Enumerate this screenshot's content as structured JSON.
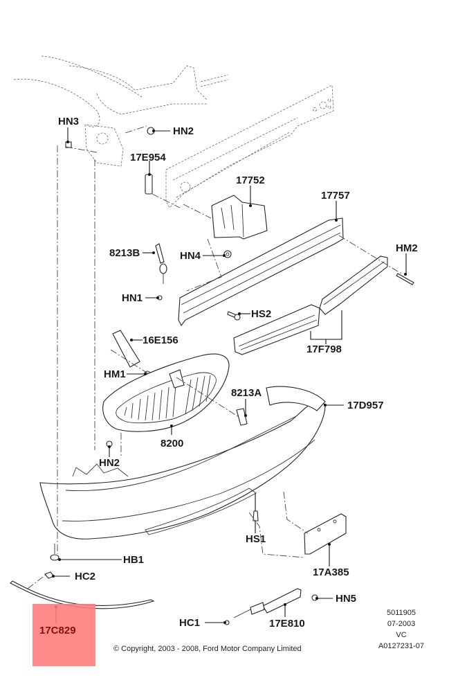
{
  "diagram": {
    "title": "Front bumper assembly exploded view",
    "highlight_color": "#ff7a7a",
    "highlighted_part": "17C829",
    "callouts": [
      {
        "id": "HN3",
        "label": "HN3"
      },
      {
        "id": "HN2-top",
        "label": "HN2"
      },
      {
        "id": "17E954",
        "label": "17E954"
      },
      {
        "id": "17752",
        "label": "17752"
      },
      {
        "id": "17757",
        "label": "17757"
      },
      {
        "id": "8213B",
        "label": "8213B"
      },
      {
        "id": "HN4",
        "label": "HN4"
      },
      {
        "id": "HM2",
        "label": "HM2"
      },
      {
        "id": "HN1",
        "label": "HN1"
      },
      {
        "id": "HS2",
        "label": "HS2"
      },
      {
        "id": "16E156",
        "label": "16E156"
      },
      {
        "id": "17F798",
        "label": "17F798"
      },
      {
        "id": "HM1",
        "label": "HM1"
      },
      {
        "id": "8213A",
        "label": "8213A"
      },
      {
        "id": "17D957",
        "label": "17D957"
      },
      {
        "id": "8200",
        "label": "8200"
      },
      {
        "id": "HN2-bottom",
        "label": "HN2"
      },
      {
        "id": "HS1",
        "label": "HS1"
      },
      {
        "id": "HB1",
        "label": "HB1"
      },
      {
        "id": "17A385",
        "label": "17A385"
      },
      {
        "id": "HC2",
        "label": "HC2"
      },
      {
        "id": "HN5",
        "label": "HN5"
      },
      {
        "id": "17C829",
        "label": "17C829"
      },
      {
        "id": "HC1",
        "label": "HC1"
      },
      {
        "id": "17E810",
        "label": "17E810"
      }
    ],
    "copyright": "© Copyright, 2003 - 2008, Ford Motor Company Limited",
    "meta": [
      "5011905",
      "07-2003",
      "VC",
      "A0127231-07"
    ]
  }
}
